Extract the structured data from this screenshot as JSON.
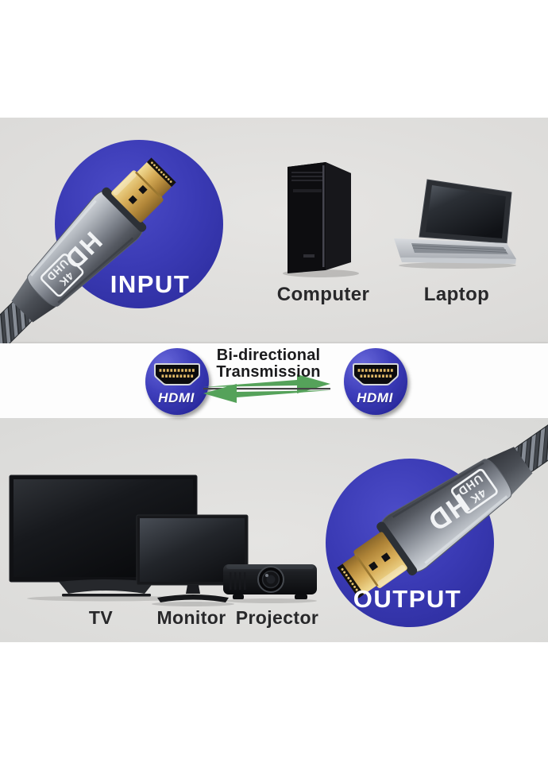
{
  "sections": {
    "top": {
      "input_label": "INPUT",
      "devices": [
        {
          "label": "Computer"
        },
        {
          "label": "Laptop"
        }
      ]
    },
    "middle": {
      "heading_line1": "Bi-directional",
      "heading_line2": "Transmission",
      "left_port_label": "HDMI",
      "right_port_label": "HDMI"
    },
    "bottom": {
      "output_label": "OUTPUT",
      "devices": [
        {
          "label": "TV"
        },
        {
          "label": "Monitor"
        },
        {
          "label": "Projector"
        }
      ]
    }
  },
  "connector_markings": {
    "hd": "HD",
    "badge_top": "4K",
    "badge_bottom": "UHD"
  },
  "icons": {
    "hdmi_port": "hdmi-port-icon",
    "swap_arrows": "swap-arrows-icon"
  },
  "colors": {
    "panel_grey": "#dbdad8",
    "band_white": "#fdfdfd",
    "circle_blue": "#3a3ab5",
    "circle_blue_light": "#6161d6",
    "arrow_green": "#55a25a",
    "gold": "#d8b261",
    "metal_grey": "#878d95",
    "text_dark": "#28282a",
    "text_white": "#ffffff"
  }
}
